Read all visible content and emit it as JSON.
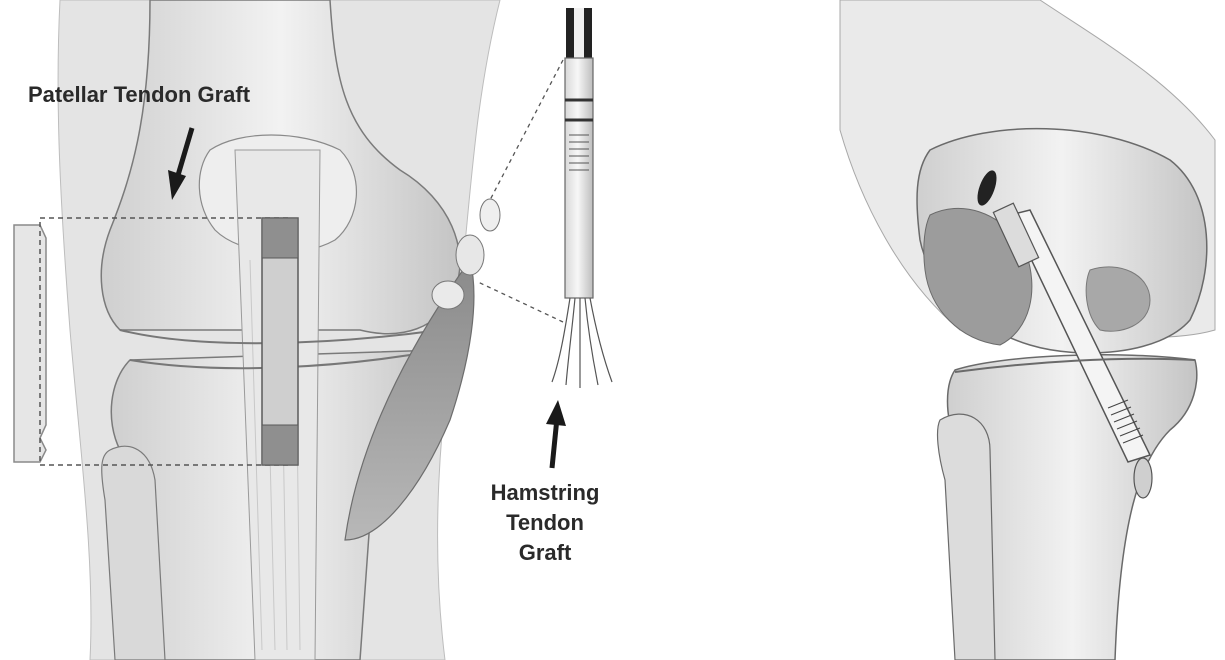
{
  "labels": {
    "patellar_graft": "Patellar Tendon Graft",
    "hamstring_graft": [
      "Hamstring",
      "Tendon",
      "Graft"
    ]
  },
  "colors": {
    "background": "#ffffff",
    "bone_light": "#e6e6e6",
    "bone_mid": "#cfcfcf",
    "tissue_dark": "#9a9a9a",
    "outline": "#555555",
    "text": "#2a2a2a"
  },
  "figures": [
    {
      "name": "anterior-knee-view",
      "description_shown": false
    },
    {
      "name": "lateral-knee-view",
      "description_shown": false
    }
  ]
}
